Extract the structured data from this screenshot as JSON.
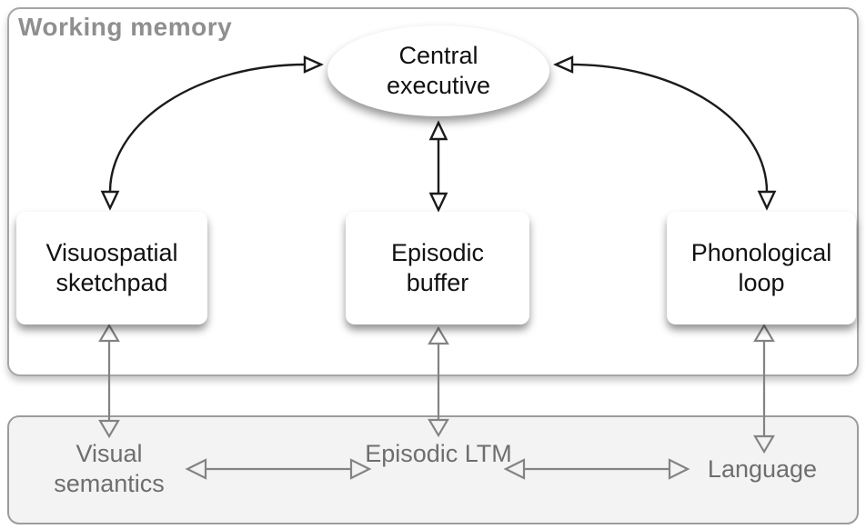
{
  "working_memory": {
    "label": "Working memory",
    "nodes": {
      "central_executive": "Central executive",
      "visuospatial_sketchpad": "Visuospatial sketchpad",
      "episodic_buffer": "Episodic buffer",
      "phonological_loop": "Phonological loop"
    }
  },
  "long_term_memory": {
    "nodes": {
      "visual_semantics": "Visual semantics",
      "episodic_ltm": "Episodic LTM",
      "language": "Language"
    }
  },
  "connections": [
    {
      "from": "Central executive",
      "to": "Visuospatial sketchpad",
      "style": "black-curved",
      "bidirectional": true
    },
    {
      "from": "Central executive",
      "to": "Episodic buffer",
      "style": "black-straight",
      "bidirectional": true
    },
    {
      "from": "Central executive",
      "to": "Phonological loop",
      "style": "black-curved",
      "bidirectional": true
    },
    {
      "from": "Visuospatial sketchpad",
      "to": "Visual semantics",
      "style": "gray-straight",
      "bidirectional": true
    },
    {
      "from": "Episodic buffer",
      "to": "Episodic LTM",
      "style": "gray-straight",
      "bidirectional": true
    },
    {
      "from": "Phonological loop",
      "to": "Language",
      "style": "gray-straight",
      "bidirectional": true
    },
    {
      "from": "Visual semantics",
      "to": "Episodic LTM",
      "style": "gray-straight",
      "bidirectional": true
    },
    {
      "from": "Episodic LTM",
      "to": "Language",
      "style": "gray-straight",
      "bidirectional": true
    }
  ],
  "colors": {
    "node_text": "#111111",
    "ltm_text": "#6e6e6e",
    "section_label": "#8f8f8f",
    "black_arrow": "#1b1b1b",
    "gray_arrow": "#838383",
    "wm_border": "#a6a6a6",
    "ltm_fill": "#f3f3f3",
    "ltm_border": "#9c9c9c"
  }
}
